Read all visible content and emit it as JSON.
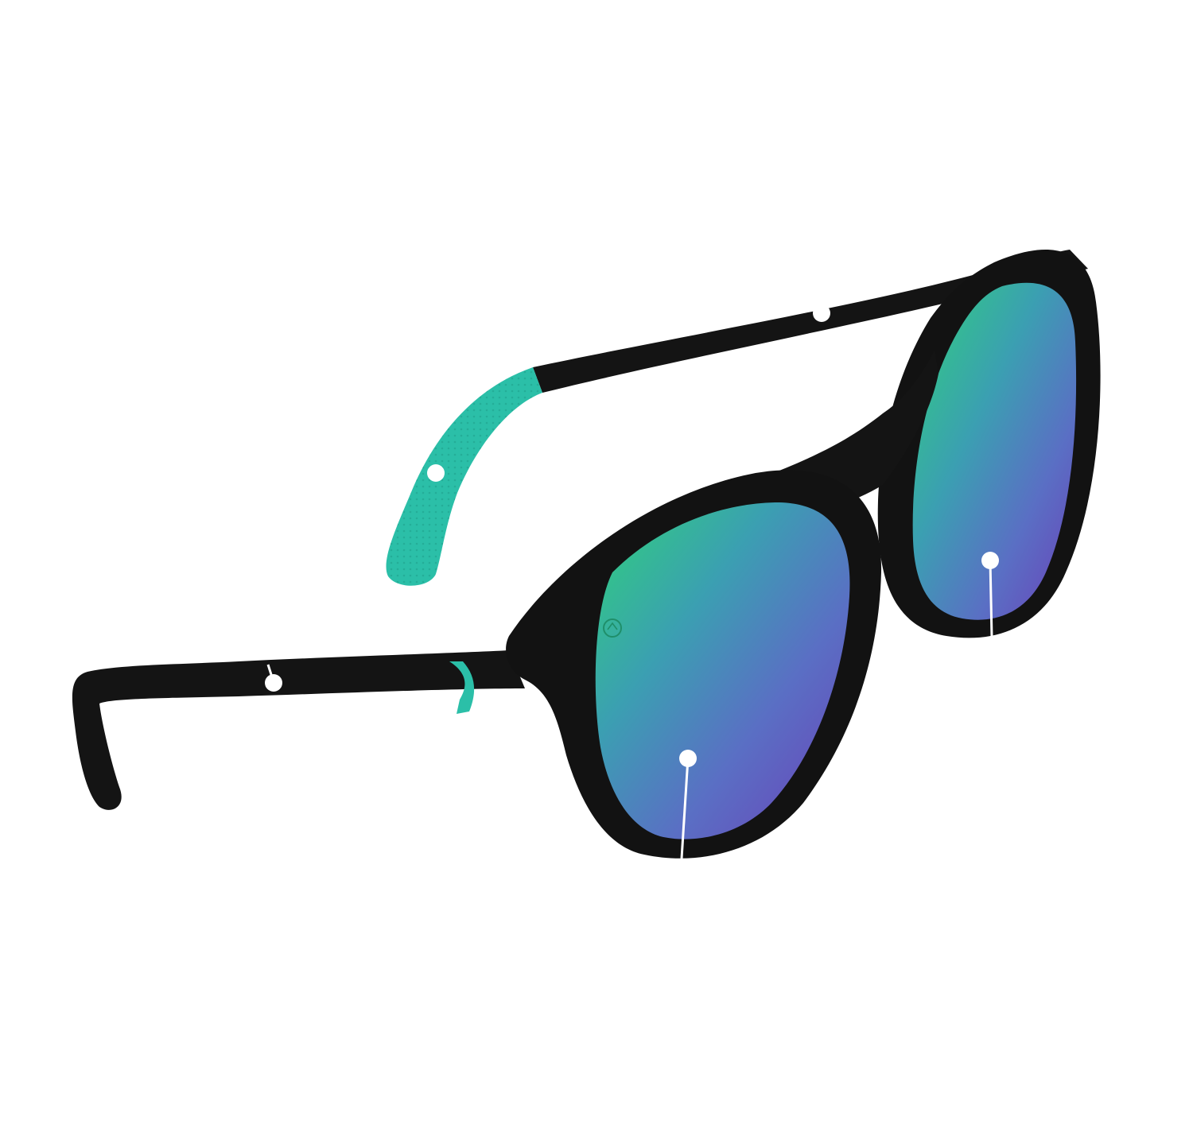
{
  "product": {
    "frame_color": "#121212",
    "accent_color": "#2bbfa8",
    "lens_colors": [
      "#2fd27a",
      "#3b9fb2",
      "#5a6fc4",
      "#6b3fb8"
    ]
  },
  "hotspots": [
    {
      "name": "temple-arm-hotspot",
      "icon": "dot-marker"
    },
    {
      "name": "ear-tip-hotspot",
      "icon": "dot-marker"
    },
    {
      "name": "front-temple-hotspot",
      "icon": "dot-marker"
    },
    {
      "name": "left-lens-hotspot",
      "icon": "dot-marker"
    },
    {
      "name": "right-lens-hotspot",
      "icon": "dot-marker"
    }
  ]
}
